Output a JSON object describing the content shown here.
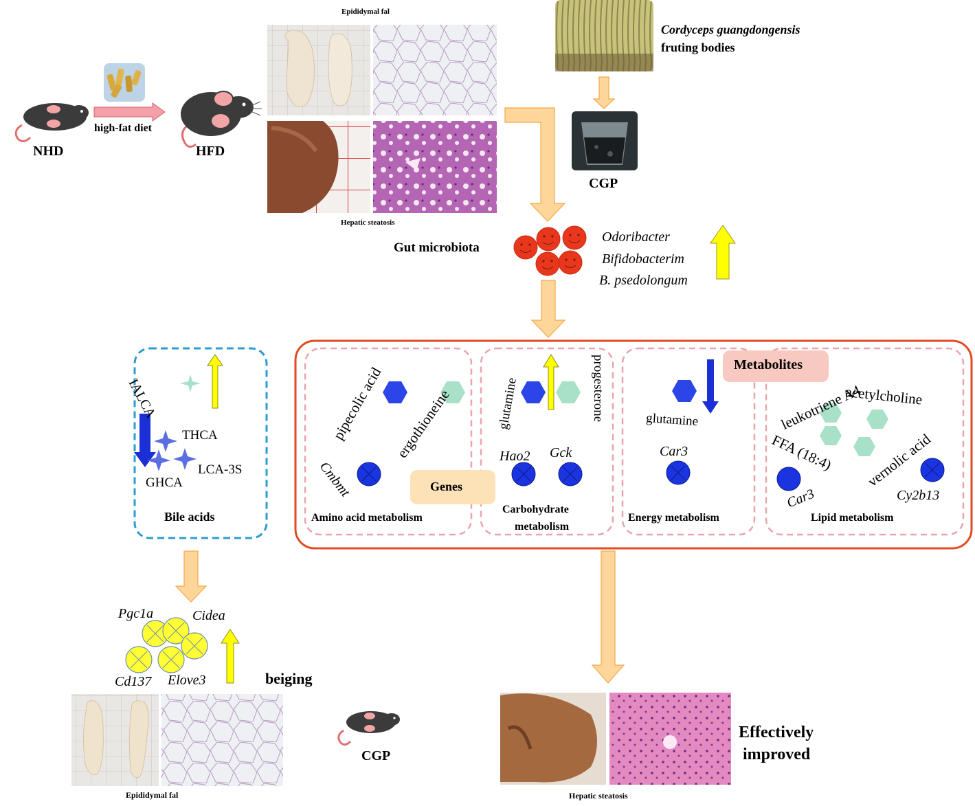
{
  "top": {
    "nhd_label": "NHD",
    "hfd_label": "HFD",
    "diet_label": "high-fat diet",
    "epididymal_top": "Epididymal fal",
    "hepatic_top": "Hepatic steatosis",
    "cordyceps_name": "Cordyceps guangdongensis",
    "cordyceps_desc": "fruting bodies",
    "cgp_label": "CGP"
  },
  "microbiota": {
    "label": "Gut microbiota",
    "taxa": [
      "Odoribacter",
      "Bifidobacterim",
      "B. psedolongum"
    ]
  },
  "bile_acids": {
    "title": "Bile acids",
    "up": [
      "IALCA"
    ],
    "down": [
      "THCA",
      "GHCA",
      "LCA-3S"
    ]
  },
  "metabolism": {
    "metabolites_badge": "Metabolites",
    "genes_badge": "Genes",
    "amino": {
      "title": "Amino acid metabolism",
      "metabolites": [
        "pipecolic acid",
        "ergothioneine"
      ],
      "genes": [
        "Cmbmt"
      ]
    },
    "carbo": {
      "title_line1": "Carbohydrate",
      "title_line2": "metabolism",
      "metabolites": [
        "glutamine",
        "progesterone"
      ],
      "genes": [
        "Hao2",
        "Gck"
      ]
    },
    "energy": {
      "title": "Energy metabolism",
      "metabolites": [
        "glutamine"
      ],
      "genes": [
        "Car3"
      ]
    },
    "lipid": {
      "title": "Lipid metabolism",
      "metabolites": [
        "leukotriene A4",
        "acetylcholine",
        "FFA (18:4)",
        "vernolic acid"
      ],
      "genes": [
        "Car3",
        "Cy2b13"
      ]
    }
  },
  "beiging": {
    "genes": [
      "Pgc1a",
      "Cidea",
      "Cd137",
      "Elove3"
    ],
    "label": "beiging"
  },
  "bottom": {
    "epididymal": "Epididymal fal",
    "cgp_label": "CGP",
    "hepatic": "Hepatic steatosis",
    "result_line1": "Effectively",
    "result_line2": "improved"
  },
  "colors": {
    "arrow_fill": "#ffd699",
    "arrow_stroke": "#f2a94a",
    "up_arrow": "#ffff00",
    "down_arrow": "#1a2fd6",
    "box_red": "#e24a23",
    "box_pink": "#eba4ae",
    "box_blue": "#2a9cd0",
    "microbe_red": "#e8371c",
    "metabolite_blue": "#2b45e8",
    "metabolite_green": "#a8e0c8",
    "gene_yellow": "#ffff33"
  }
}
